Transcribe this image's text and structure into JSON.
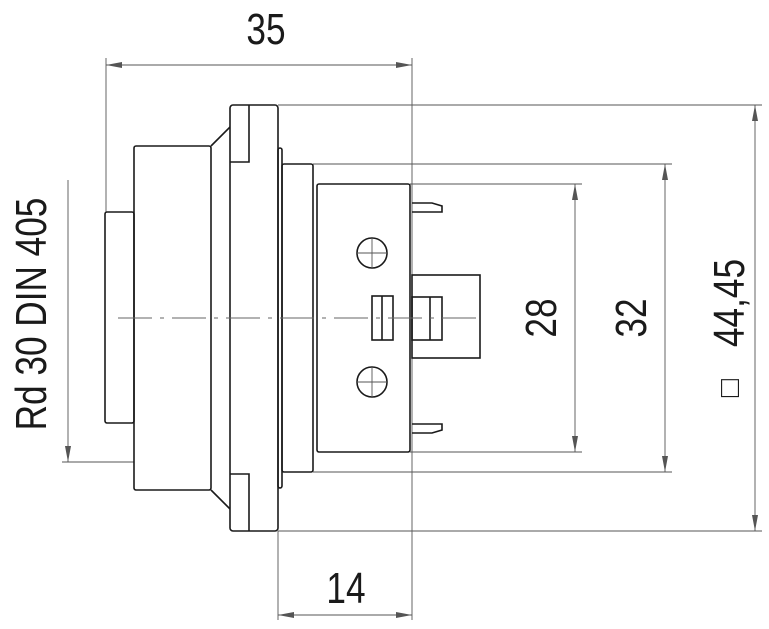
{
  "dimensions": {
    "overall_length": "35",
    "rear_length": "14",
    "inner_height": "28",
    "body_height": "32",
    "flange_square": "44,45",
    "flange_square_symbol": "□",
    "thread": "Rd 30 DIN 405"
  }
}
